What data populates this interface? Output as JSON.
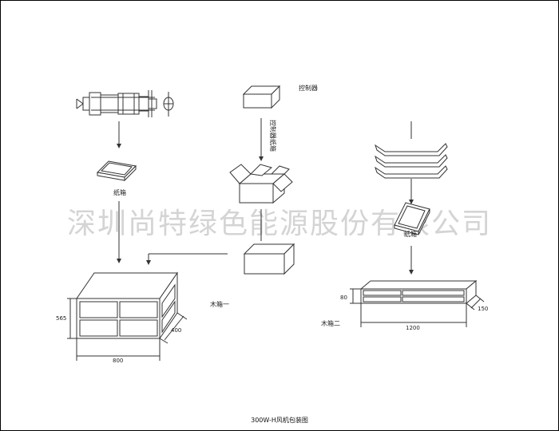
{
  "watermark": "深圳尚特绿色能源股份有限公司",
  "caption": "300W-H风机包装图",
  "labels": {
    "controller": "控制器",
    "controller_box": "控制器纸箱",
    "carton1": "纸箱",
    "carton2": "纸箱",
    "wood_box1": "木箱一",
    "wood_box2": "木箱二"
  },
  "dimensions": {
    "box1_height": "565",
    "box1_depth": "400",
    "box1_width": "800",
    "box2_height": "80",
    "box2_depth": "150",
    "box2_width": "1200"
  }
}
